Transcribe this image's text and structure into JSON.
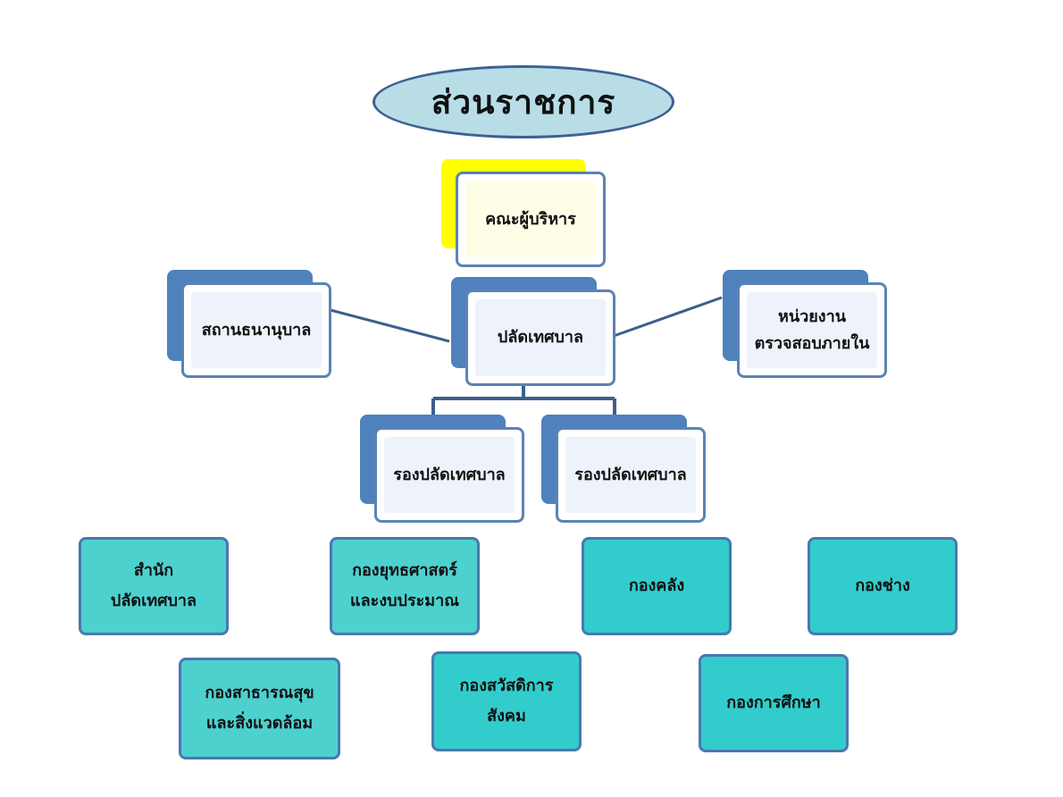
{
  "title": "ส่วนราชการ",
  "executive": {
    "label": "คณะผู้บริหาร"
  },
  "clerk": {
    "label": "ปลัดเทศบาล"
  },
  "vet_clinic": {
    "label": "สถานธนานุบาล"
  },
  "internal_audit": {
    "line1": "หน่วยงาน",
    "line2": "ตรวจสอบภายใน"
  },
  "deputy_left": {
    "label": "รองปลัดเทศบาล"
  },
  "deputy_right": {
    "label": "รองปลัดเทศบาล"
  },
  "divisions": {
    "clerk_office": {
      "line1": "สำนัก",
      "line2": "ปลัดเทศบาล"
    },
    "strategy": {
      "line1": "กองยุทธศาสตร์",
      "line2": "และงบประมาณ"
    },
    "finance": {
      "label": "กองคลัง"
    },
    "engineering": {
      "label": "กองช่าง"
    },
    "public_health": {
      "line1": "กองสาธารณสุข",
      "line2": "และสิ่งแวดล้อม"
    },
    "welfare": {
      "line1": "กองสวัสดิการ",
      "line2": "สังคม"
    },
    "education": {
      "label": "กองการศึกษา"
    }
  },
  "colors": {
    "accent_blue": "#4f81bd",
    "teal": "#33cccc",
    "highlight_yellow": "#ffff00",
    "title_fill": "#b8dde6"
  }
}
